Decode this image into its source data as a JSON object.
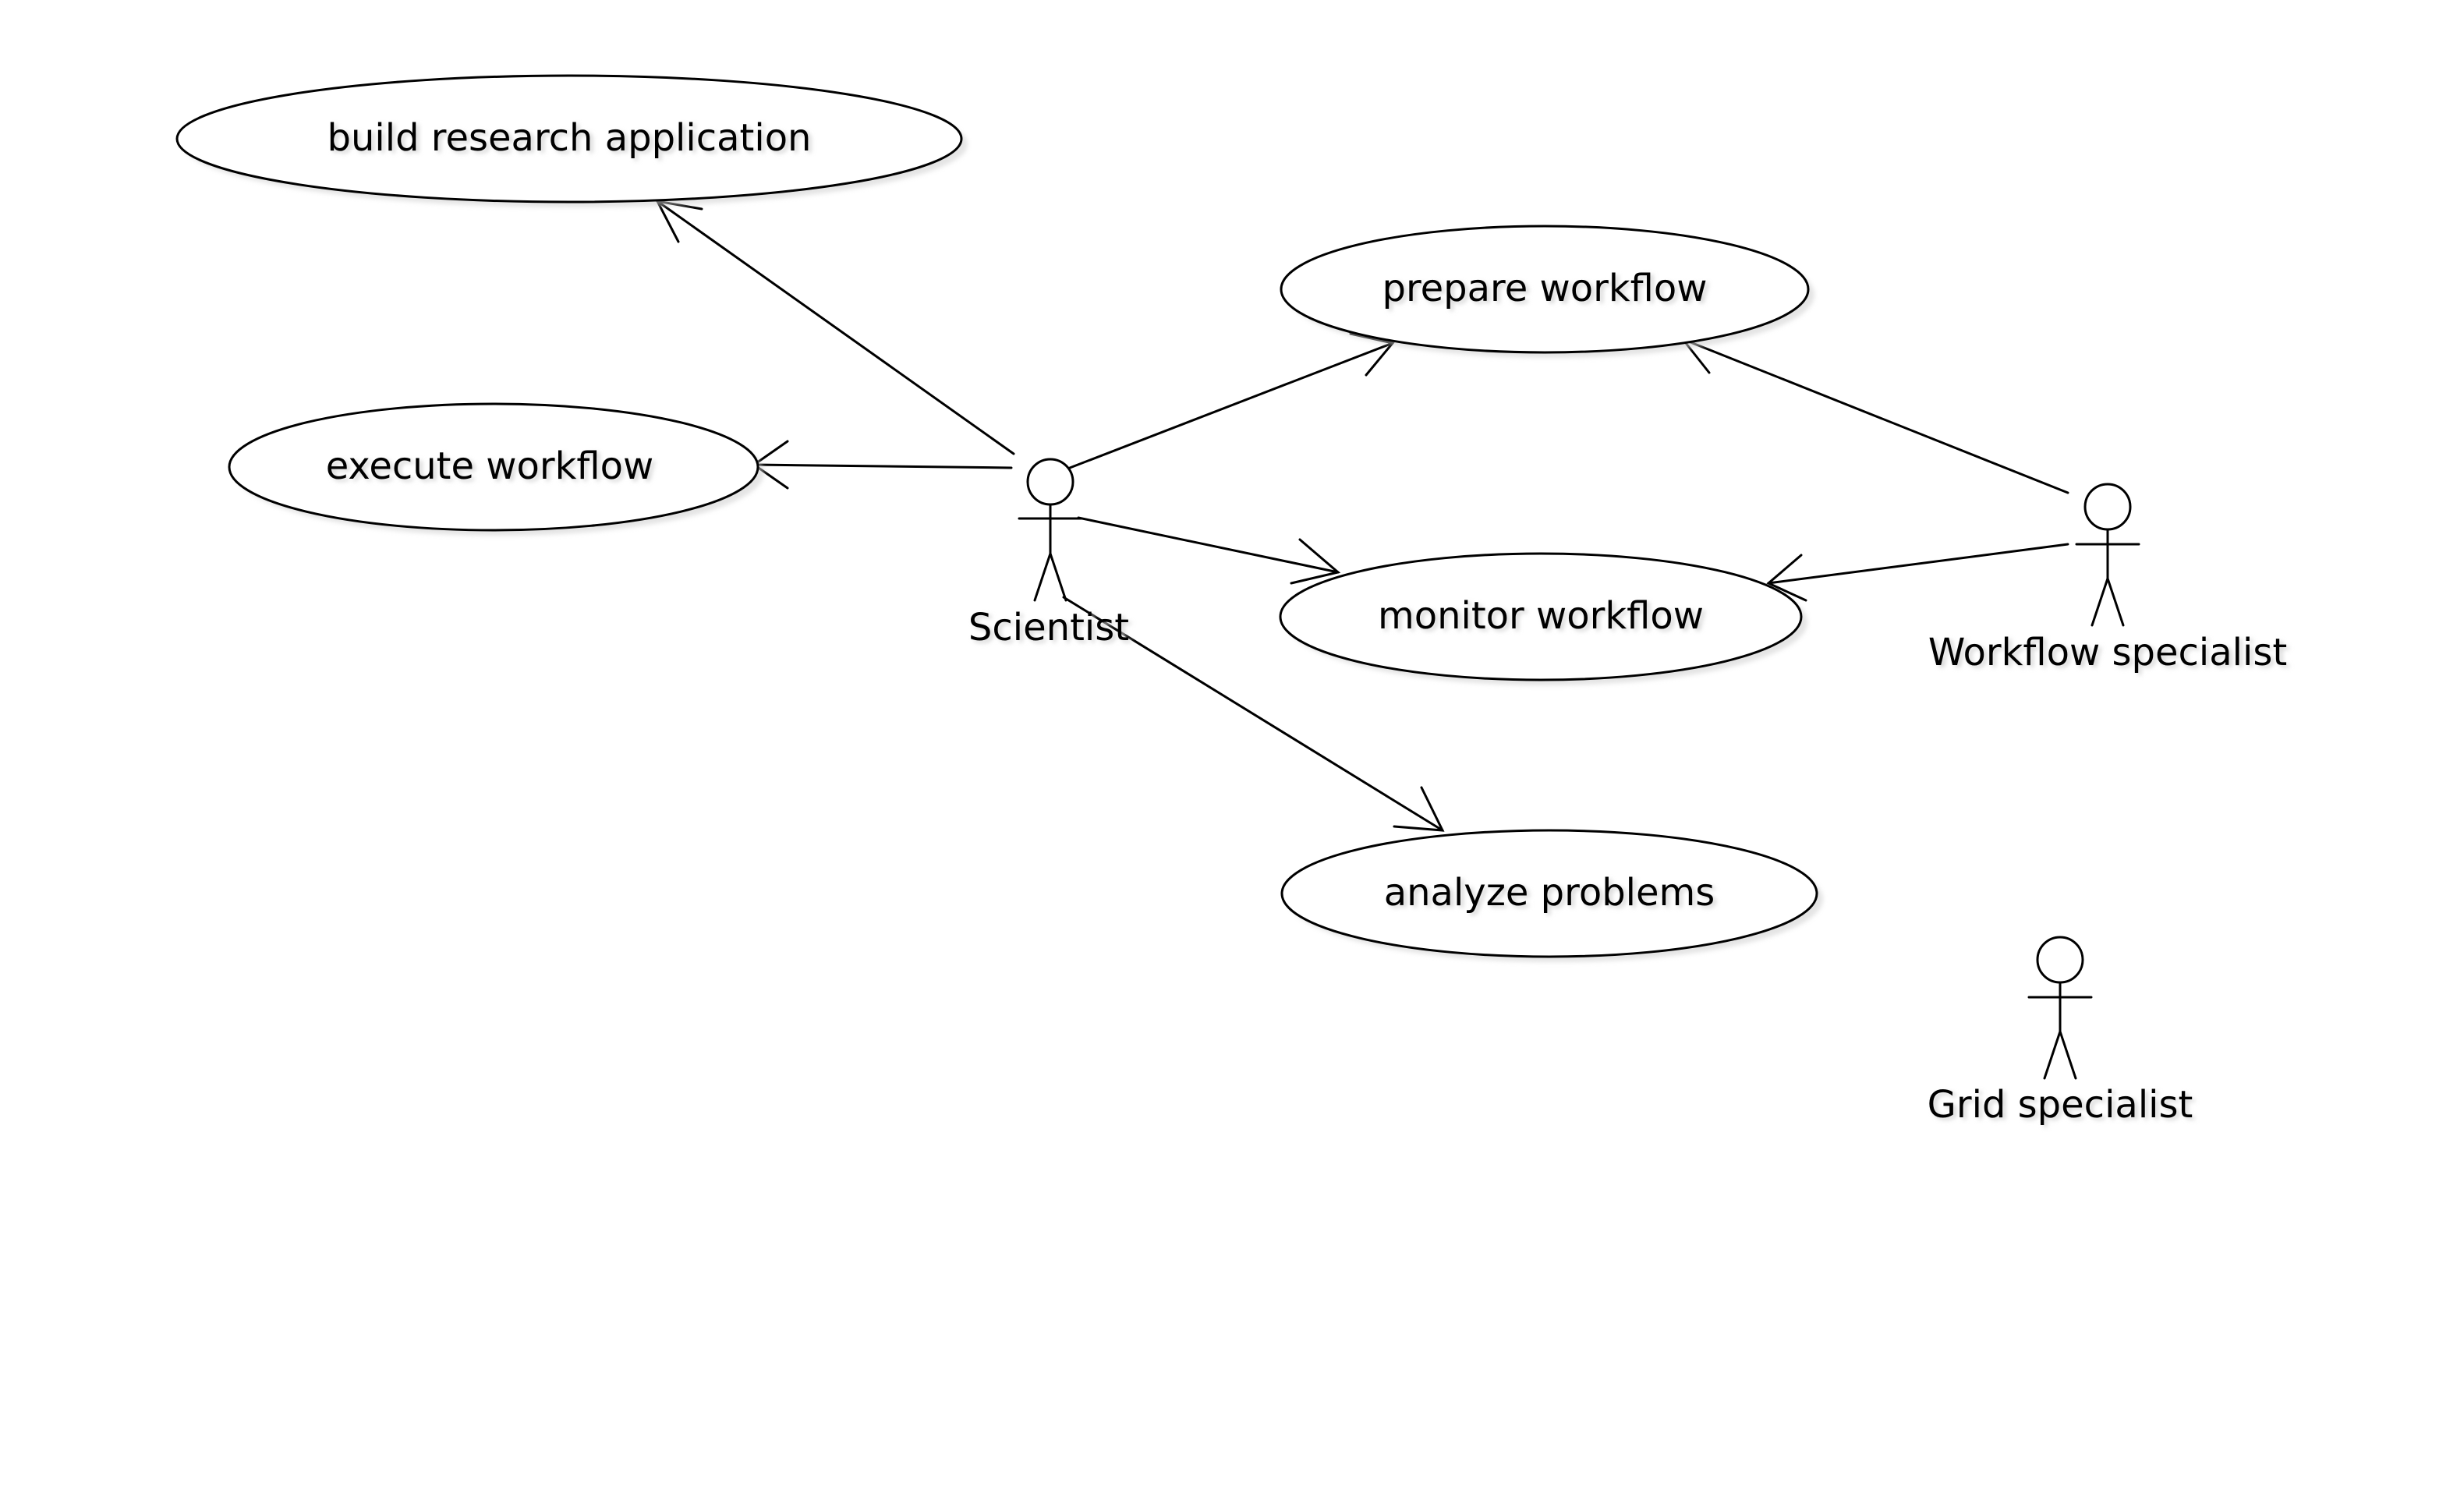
{
  "diagram": {
    "type": "uml-use-case",
    "use_cases": {
      "build_research_application": "build research application",
      "prepare_workflow": "prepare workflow",
      "execute_workflow": "execute workflow",
      "monitor_workflow": "monitor workflow",
      "analyze_problems": "analyze problems"
    },
    "actors": {
      "scientist": "Scientist",
      "workflow_specialist": "Workflow specialist",
      "grid_specialist": "Grid specialist"
    },
    "associations": [
      {
        "from": "Scientist",
        "to": "build research application"
      },
      {
        "from": "Scientist",
        "to": "execute workflow"
      },
      {
        "from": "Scientist",
        "to": "prepare workflow"
      },
      {
        "from": "Scientist",
        "to": "monitor workflow"
      },
      {
        "from": "Scientist",
        "to": "analyze problems"
      },
      {
        "from": "Workflow specialist",
        "to": "prepare workflow"
      },
      {
        "from": "Workflow specialist",
        "to": "monitor workflow"
      }
    ],
    "colors": {
      "line": "#000000",
      "fill": "#ffffff",
      "shadow": "#cfcfcf"
    }
  }
}
